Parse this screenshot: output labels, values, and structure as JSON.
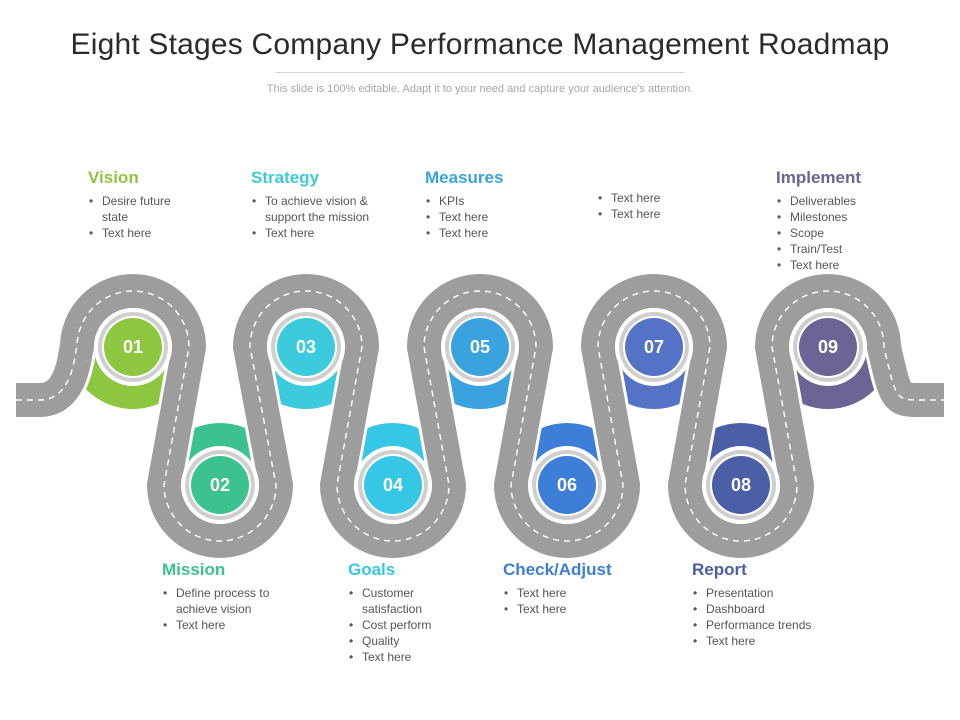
{
  "title": "Eight Stages Company Performance Management Roadmap",
  "subtitle": "This slide is 100% editable. Adapt it to your need and capture your audience's attention.",
  "stages": [
    {
      "number": "01",
      "color": "#8dc63f",
      "title": "Vision",
      "title_color": "#8dc63f",
      "bullets": [
        "Desire future state",
        "Text here"
      ]
    },
    {
      "number": "02",
      "color": "#3cc28e",
      "title": "Mission",
      "title_color": "#3cc28e",
      "bullets": [
        "Define process to achieve vision",
        "Text here"
      ]
    },
    {
      "number": "03",
      "color": "#3ccbdc",
      "title": "Strategy",
      "title_color": "#3ccbdc",
      "bullets": [
        "To achieve vision & support the mission",
        "Text here"
      ]
    },
    {
      "number": "04",
      "color": "#36c6e6",
      "title": "Goals",
      "title_color": "#36c6e6",
      "bullets": [
        "Customer satisfaction",
        "Cost perform",
        "Quality",
        "Text here"
      ]
    },
    {
      "number": "05",
      "color": "#3aa3df",
      "title": "Measures",
      "title_color": "#3aa3df",
      "bullets": [
        "KPIs",
        "Text here",
        "Text here"
      ]
    },
    {
      "number": "06",
      "color": "#3c7ed8",
      "title": "Check/Adjust",
      "title_color": "#3c7ed8",
      "bullets": [
        "Text here",
        "Text here"
      ]
    },
    {
      "number": "07",
      "color": "#5472c6",
      "title": "",
      "title_color": "#5472c6",
      "bullets": [
        "Text here",
        "Text here"
      ]
    },
    {
      "number": "08",
      "color": "#4b5fa6",
      "title": "Report",
      "title_color": "#4b5fa6",
      "bullets": [
        "Presentation",
        "Dashboard",
        "Performance trends",
        "Text here"
      ]
    },
    {
      "number": "09",
      "color": "#6b6595",
      "title": "Implement",
      "title_color": "#6b6595",
      "bullets": [
        "Deliverables",
        "Milestones",
        "Scope",
        "Train/Test",
        "Text here"
      ]
    }
  ],
  "road_color": "#9d9d9d"
}
